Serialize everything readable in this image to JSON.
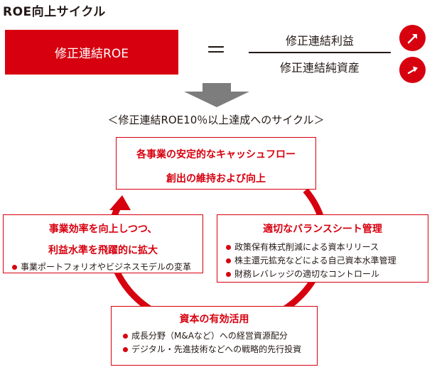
{
  "title": "ROE向上サイクル",
  "formula": {
    "left": "修正連結ROE",
    "equals": "＝",
    "numerator": "修正連結利益",
    "denominator": "修正連結純資産"
  },
  "icons": {
    "numerator_trend": "arrow-up-right-icon",
    "denominator_trend": "arrow-up-right-icon"
  },
  "subtitle": "＜修正連結ROE10％以上達成へのサイクル＞",
  "cycle": {
    "top": {
      "heading_line1": "各事業の安定的なキャッシュフロー",
      "heading_line2": "創出の維持および向上"
    },
    "right": {
      "heading": "適切なバランスシート管理",
      "items": [
        "政策保有株式削減による資本リリース",
        "株主還元拡充などによる自己資本水準管理",
        "財務レバレッジの適切なコントロール"
      ]
    },
    "bottom": {
      "heading": "資本の有効活用",
      "items": [
        "成長分野（M&Aなど）への経営資源配分",
        "デジタル・先進技術などへの戦略的先行投資"
      ]
    },
    "left": {
      "heading_line1": "事業効率を向上しつつ、",
      "heading_line2": "利益水準を飛躍的に拡大",
      "items": [
        "事業ポートフォリオやビジネスモデルの変革"
      ]
    }
  },
  "colors": {
    "accent": "#d7000f",
    "text": "#231815",
    "arrow_gray": "#7d7d7d"
  }
}
